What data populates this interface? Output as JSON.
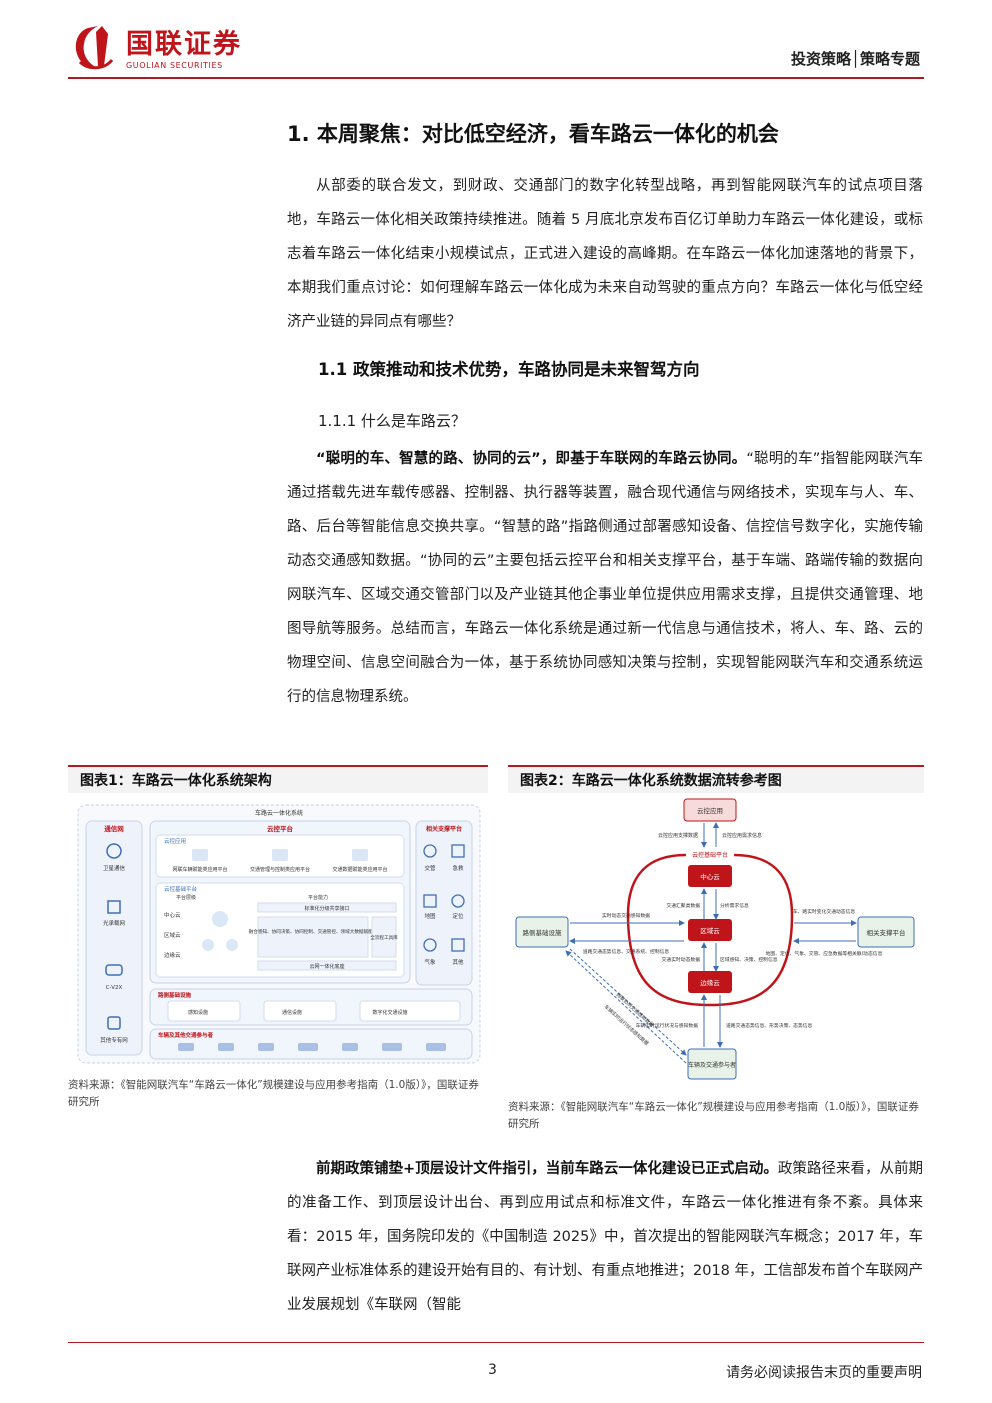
{
  "header": {
    "brand": "国联证券",
    "brand_en": "GUOLIAN SECURITIES",
    "section": "投资策略│策略专题"
  },
  "h1": "1. 本周聚焦：对比低空经济，看车路云一体化的机会",
  "para1": "从部委的联合发文，到财政、交通部门的数字化转型战略，再到智能网联汽车的试点项目落地，车路云一体化相关政策持续推进。随着 5 月底北京发布百亿订单助力车路云一体化建设，或标志着车路云一体化结束小规模试点，正式进入建设的高峰期。在车路云一体化加速落地的背景下，本期我们重点讨论：如何理解车路云一体化成为未来自动驾驶的重点方向？车路云一体化与低空经济产业链的异同点有哪些？",
  "h2": "1.1 政策推动和技术优势，车路协同是未来智驾方向",
  "h3": "1.1.1 什么是车路云？",
  "para2_bold": "“聪明的车、智慧的路、协同的云”，即基于车联网的车路云协同。",
  "para2_rest": "“聪明的车”指智能网联汽车通过搭载先进车载传感器、控制器、执行器等装置，融合现代通信与网络技术，实现车与人、车、路、后台等智能信息交换共享。“智慧的路”指路侧通过部署感知设备、信控信号数字化，实施传输动态交通感知数据。“协同的云”主要包括云控平台和相关支撑平台，基于车端、路端传输的数据向网联汽车、区域交通交管部门以及产业链其他企事业单位提供应用需求支撑，且提供交通管理、地图导航等服务。总结而言，车路云一体化系统是通过新一代信息与通信技术，将人、车、路、云的物理空间、信息空间融合为一体，基于系统协同感知决策与控制，实现智能网联汽车和交通系统运行的信息物理系统。",
  "fig1": {
    "title": "图表1：车路云一体化系统架构",
    "source": "资料来源：《智能网联汽车“车路云一体化”规模建设与应用参考指南（1.0版）》，国联证券研究所",
    "diagram": {
      "top": "车路云一体化系统",
      "left_title": "通信网",
      "left_items": [
        "卫星通信",
        "光承载网",
        "C-V2X",
        "其他专有网"
      ],
      "right_title": "相关支撑平台",
      "right_items": [
        "交管",
        "急救",
        "地图",
        "定位",
        "气象",
        "其他"
      ],
      "cloud_title": "云控平台",
      "cloud_app": "云控应用",
      "apps": [
        "网联车辆赋能类应用平台",
        "交通管理与控制类应用平台",
        "交通数据赋能类应用平台"
      ],
      "base_title": "云控基础平台",
      "base_sub": "平台层级",
      "base_ability": "平台能力",
      "tiers": [
        "中心云",
        "区域云",
        "边缘云"
      ],
      "std_interface": "标准化分级共享接口",
      "caps": [
        "融合感知、协同决策、协同控制、交通管控、领域大数据赋能等",
        "全流程工具库"
      ],
      "cloud_base": "云网一体化底座",
      "road_title": "路侧基础设施",
      "road_items": [
        "感知设施",
        "通信设施",
        "数字化交通设施"
      ],
      "vehicle_title": "车辆及其他交通参与者"
    }
  },
  "fig2": {
    "title": "图表2：车路云一体化系统数据流转参考图",
    "source": "资料来源：《智能网联汽车“车路云一体化”规模建设与应用参考指南（1.0版）》，国联证券研究所",
    "diagram": {
      "cloud_app": "云控应用",
      "app_support": "云控应用支撑数据",
      "app_demand": "云控应用需求信息",
      "base": "云控基础平台",
      "center": "中心云",
      "region": "区域云",
      "edge": "边缘云",
      "road": "路侧基础设施",
      "support": "相关支撑平台",
      "vehicle": "车辆及交通参与者",
      "traffic_sum": "交通汇聚类数据",
      "analysis": "分析需求信息",
      "realtime_dyn": "交通实时动态数据",
      "region_info": "区域感知、决策、控制信息",
      "road_in": "实时动态交通感知数据",
      "road_out": "道路交通态势信息、交通系统、控制信息",
      "veh_state": "车辆实时运行状况与感知数据",
      "veh_info": "道路交通态势信息、形势决策、态势信息",
      "support_in": "车、路实时变化交通动态信息",
      "support_out": "地图、定位、气象、交管、应急数据等相关静/动态信息",
      "diag1": "网联协同交通感知数据",
      "diag2": "车辆实时运行状态感知数据"
    }
  },
  "para3_bold": "前期政策铺垫+顶层设计文件指引，当前车路云一体化建设已正式启动。",
  "para3_rest": "政策路径来看，从前期的准备工作、到顶层设计出台、再到应用试点和标准文件，车路云一体化推进有条不紊。具体来看：2015 年，国务院印发的《中国制造 2025》中，首次提出的智能网联汽车概念；2017 年，车联网产业标准体系的建设开始有目的、有计划、有重点地推进；2018 年，工信部发布首个车联网产业发展规划《车联网（智能",
  "footer": {
    "page": "3",
    "disclaimer": "请务必阅读报告末页的重要声明"
  },
  "colors": {
    "brand": "#c0141b",
    "accent": "#b2181f",
    "diagram_blue": "#3e6fb6"
  }
}
